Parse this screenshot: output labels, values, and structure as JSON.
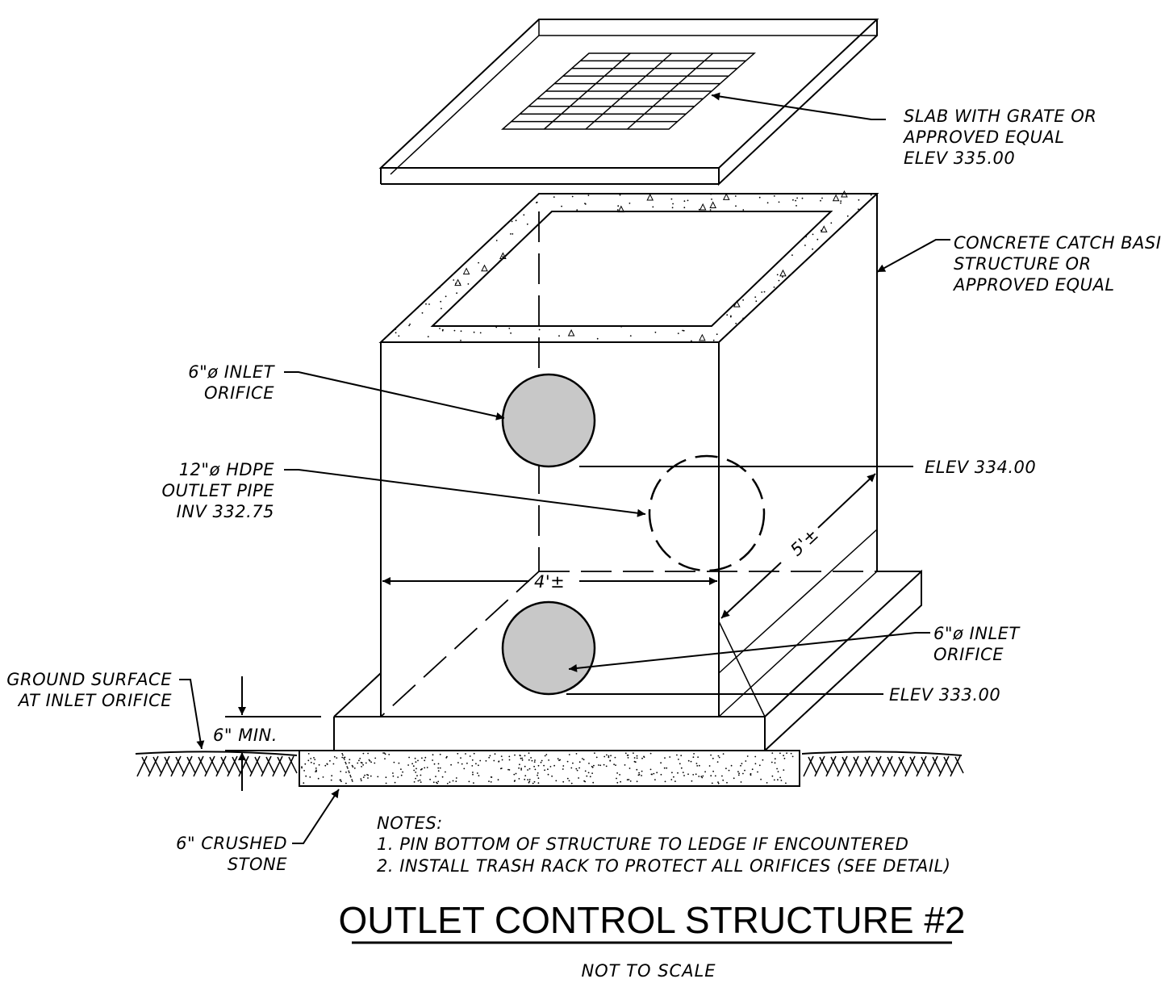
{
  "callouts": {
    "slab_line1": "SLAB WITH GRATE OR",
    "slab_line2": "APPROVED EQUAL",
    "slab_line3": "ELEV 335.00",
    "basin_line1": "CONCRETE CATCH BASIN",
    "basin_line2": "STRUCTURE OR",
    "basin_line3": "APPROVED EQUAL",
    "inlet_upper_line1": "6\"ø INLET",
    "inlet_upper_line2": "ORIFICE",
    "outlet_line1": "12\"ø HDPE",
    "outlet_line2": "OUTLET PIPE",
    "outlet_line3": "INV 332.75",
    "elev_upper": "ELEV 334.00",
    "dim_width": "4'±",
    "dim_depth": "5'±",
    "inlet_lower_line1": "6\"ø INLET",
    "inlet_lower_line2": "ORIFICE",
    "elev_lower": "ELEV 333.00",
    "ground_line1": "GROUND SURFACE",
    "ground_line2": "AT INLET ORIFICE",
    "min_depth": "6\" MIN.",
    "stone_line1": "6\" CRUSHED",
    "stone_line2": "STONE"
  },
  "notes": {
    "heading": "NOTES:",
    "note1": "1. PIN BOTTOM OF STRUCTURE TO LEDGE IF ENCOUNTERED",
    "note2": "2. INSTALL TRASH RACK TO PROTECT ALL ORIFICES (SEE DETAIL)"
  },
  "title": "OUTLET CONTROL STRUCTURE #2",
  "subtitle": "NOT TO SCALE",
  "colors": {
    "orifice_fill": "#c8c8c8",
    "line": "#000000"
  }
}
